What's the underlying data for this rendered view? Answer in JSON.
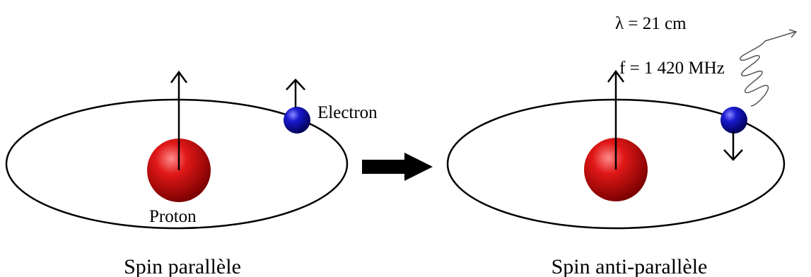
{
  "panels": [
    {
      "caption": "Spin parallèle",
      "proton_label": "Proton",
      "electron_label": "Electron",
      "electron_spin": "up"
    },
    {
      "caption": "Spin anti-parallèle",
      "electron_spin": "down"
    }
  ],
  "emission": {
    "wavelength": "λ = 21 cm",
    "frequency": "f = 1 420 MHz"
  },
  "colors": {
    "proton": "#e01010",
    "electron": "#1a1ad0",
    "line": "#000000",
    "wave": "#555555"
  }
}
